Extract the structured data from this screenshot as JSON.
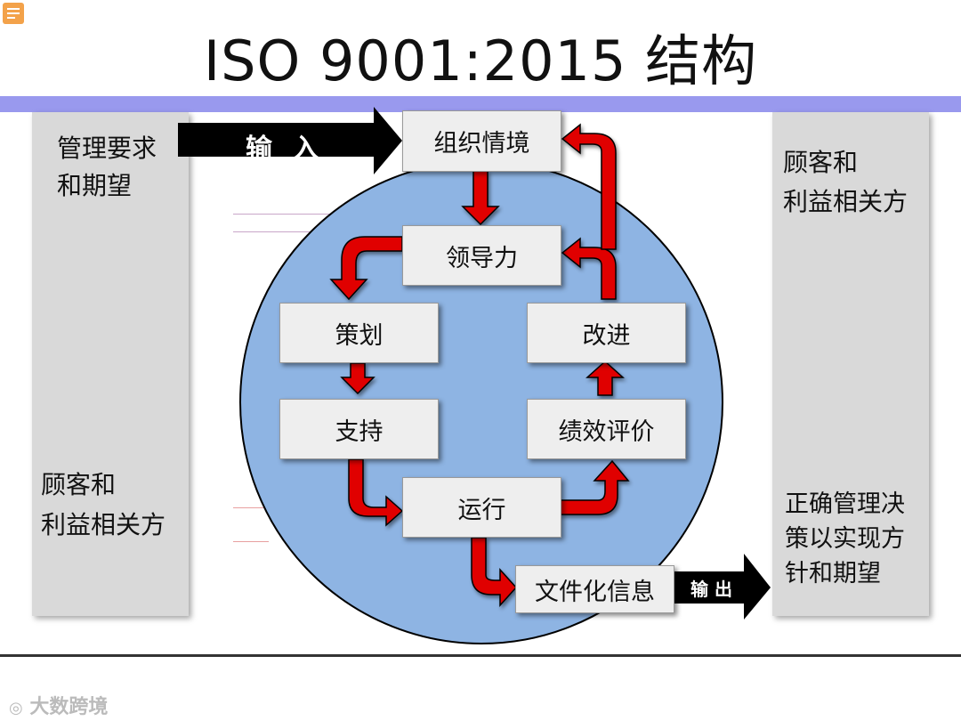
{
  "title": "ISO 9001:2015 结构",
  "left_panel": {
    "top_text": [
      "管理要求",
      "和期望"
    ],
    "bottom_text": [
      "顾客和",
      "利益相关方"
    ]
  },
  "right_panel": {
    "top_text": [
      "顾客和",
      "利益相关方"
    ],
    "bottom_text": [
      "正确管理决",
      "策以实现方",
      "针和期望"
    ]
  },
  "input_label": "输 入",
  "output_label": "输 出",
  "boxes": {
    "context": "组织情境",
    "leadership": "领导力",
    "planning": "策划",
    "improvement": "改进",
    "support": "支持",
    "performance": "绩效评价",
    "operation": "运行",
    "documented": "文件化信息"
  },
  "watermark": "大数跨境",
  "colors": {
    "circle": "#8eb4e3",
    "arrow_red": "#e00000",
    "band": "#9999ee",
    "panel": "#d9d9d9"
  }
}
